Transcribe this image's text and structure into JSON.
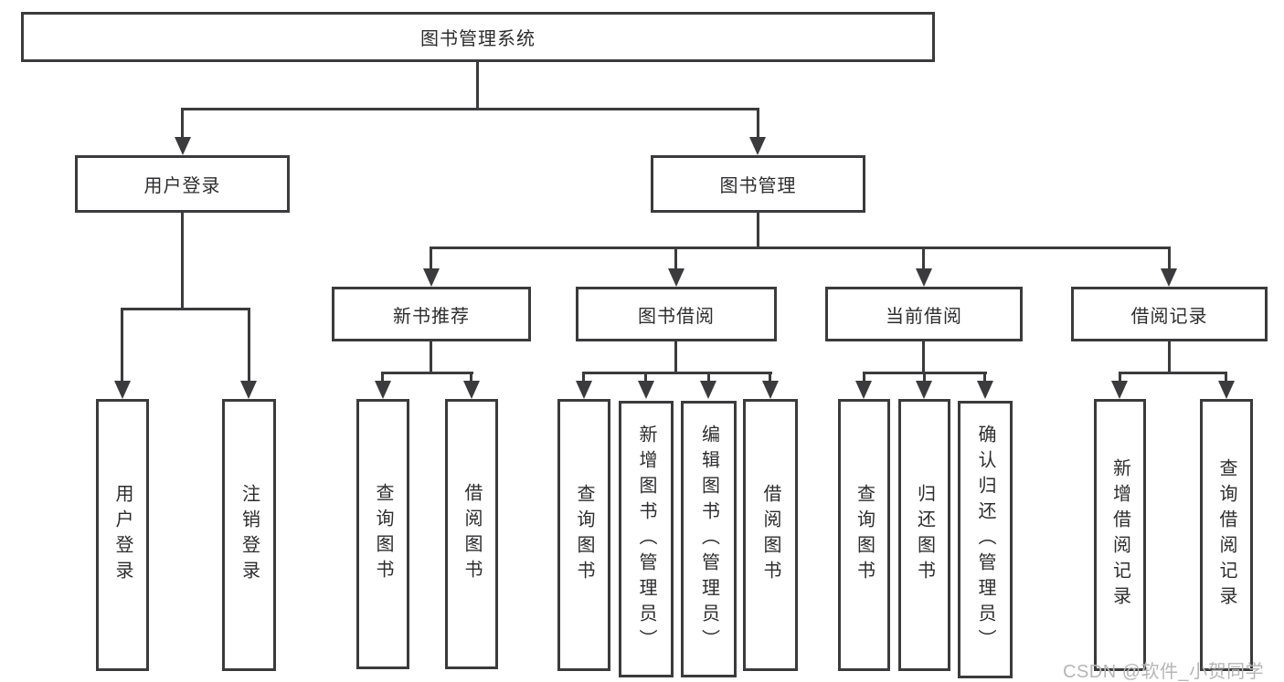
{
  "diagram": {
    "title": "图书管理系统",
    "root": {
      "label": "图书管理系统"
    },
    "level2": [
      {
        "label": "用户登录"
      },
      {
        "label": "图书管理"
      }
    ],
    "level3": [
      {
        "label": "新书推荐"
      },
      {
        "label": "图书借阅"
      },
      {
        "label": "当前借阅"
      },
      {
        "label": "借阅记录"
      }
    ],
    "leaves": {
      "user_login": [
        "用户登录",
        "注销登录"
      ],
      "new_book": [
        "查询图书",
        "借阅图书"
      ],
      "borrow": [
        "查询图书",
        "新增图书（管理员）",
        "编辑图书（管理员）",
        "借阅图书"
      ],
      "current": [
        "查询图书",
        "归还图书",
        "确认归还（管理员）"
      ],
      "records": [
        "新增借阅记录",
        "查询借阅记录"
      ]
    },
    "colors": {
      "line": "#3b3b3d",
      "text": "#2d2d2f",
      "background": "#ffffff",
      "watermark_text": "#b6b6b6"
    }
  },
  "watermark": {
    "text": "CSDN @软件_小贺同学"
  }
}
